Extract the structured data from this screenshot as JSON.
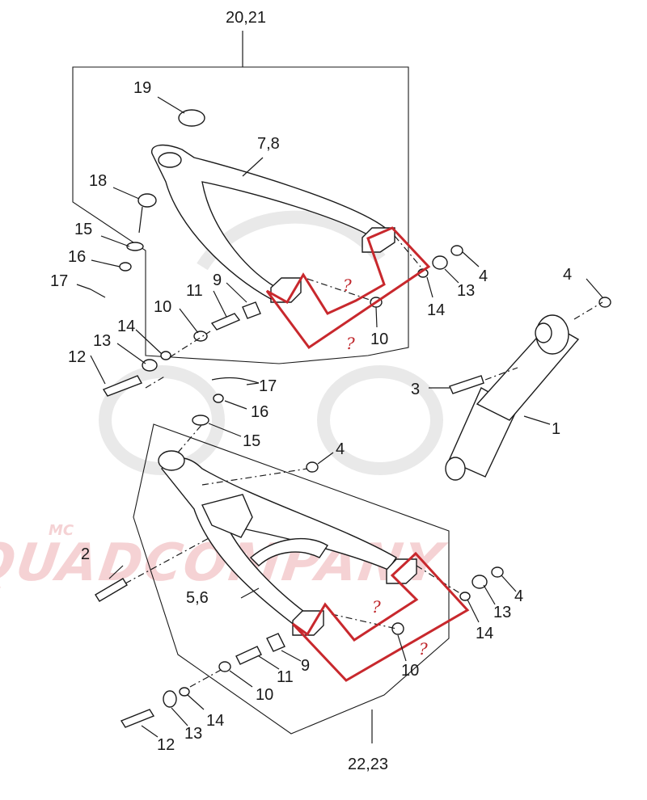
{
  "watermark": {
    "prefix": "MC",
    "brand": "QUADCOMPANY",
    "brand_color": "#f2c4c6"
  },
  "accent": {
    "highlight_color": "#c8282d",
    "line_color": "#1a1a1a"
  },
  "assemblies": {
    "upper": "20,21",
    "lower": "22,23"
  },
  "callouts": {
    "upper_arm": "7,8",
    "lower_arm": "5,6",
    "shock": "1",
    "bolt_shock": "3",
    "bolt_lower": "2",
    "ball_joint": "18",
    "circlip": "19",
    "u15": "15",
    "u16": "16",
    "u17": "17",
    "u11": "11",
    "u9": "9",
    "u10a": "10",
    "u10b": "10",
    "u14a": "14",
    "u13a": "13",
    "u12": "12",
    "u4a": "4",
    "u13b": "13",
    "u14b": "14",
    "s4": "4",
    "m17": "17",
    "m16": "16",
    "m15": "15",
    "l4a": "4",
    "l4b": "4",
    "l13a": "13",
    "l14a": "14",
    "l11": "11",
    "l9": "9",
    "l10a": "10",
    "l10b": "10",
    "l13b": "13",
    "l14b": "14",
    "l12": "12"
  },
  "question_mark": "?"
}
